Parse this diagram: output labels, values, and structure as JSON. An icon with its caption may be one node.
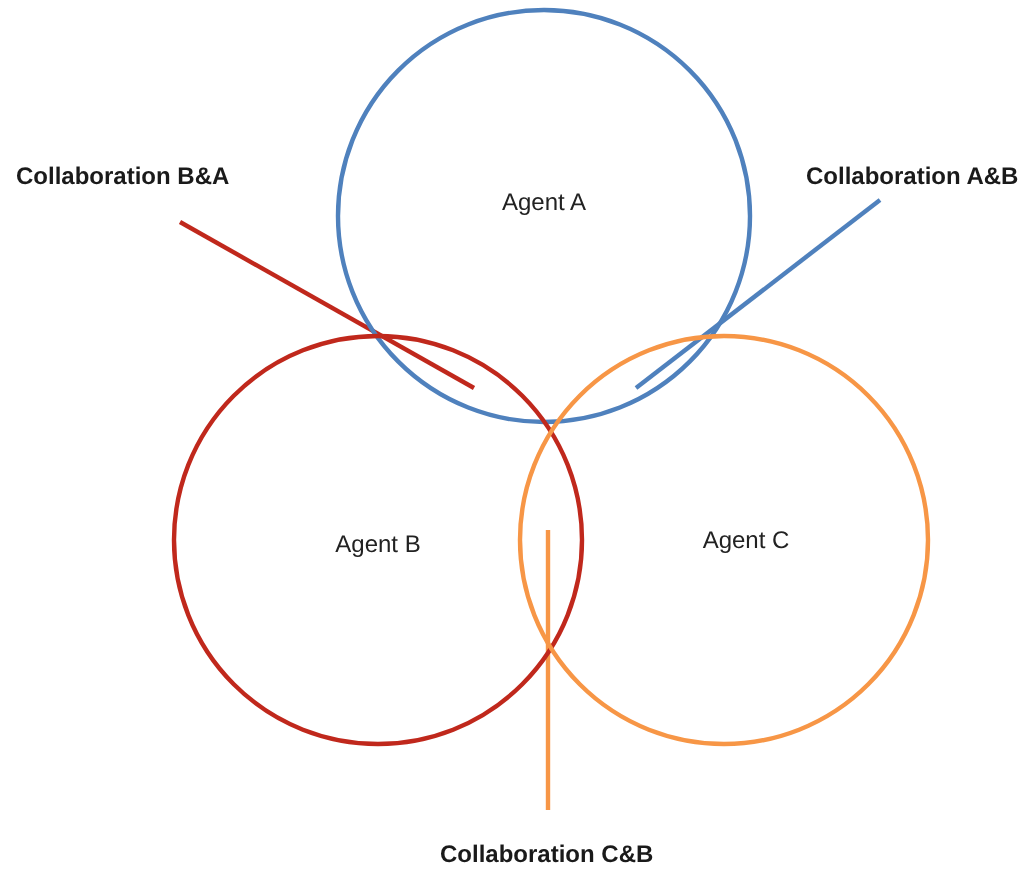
{
  "diagram": {
    "nodes": [
      {
        "text": [
          "Collaboration B&A"
        ]
      },
      {
        "text": [
          "Agent A"
        ]
      },
      {
        "text": [
          "Collaboration A&B"
        ]
      },
      {
        "text": [
          "Agent B"
        ]
      },
      {
        "text": [
          "Agent C"
        ]
      },
      {
        "text": [
          "Collaboration C&B"
        ]
      }
    ],
    "edges": [
      {
        "from": 0,
        "to": 3,
        "arrow": "none",
        "color": "#c0281c"
      },
      {
        "from": 2,
        "to": 4,
        "arrow": "none",
        "color": "#4f81bd"
      },
      {
        "from": 5,
        "to": 3,
        "arrow": "none",
        "color": "#f79646"
      }
    ]
  }
}
